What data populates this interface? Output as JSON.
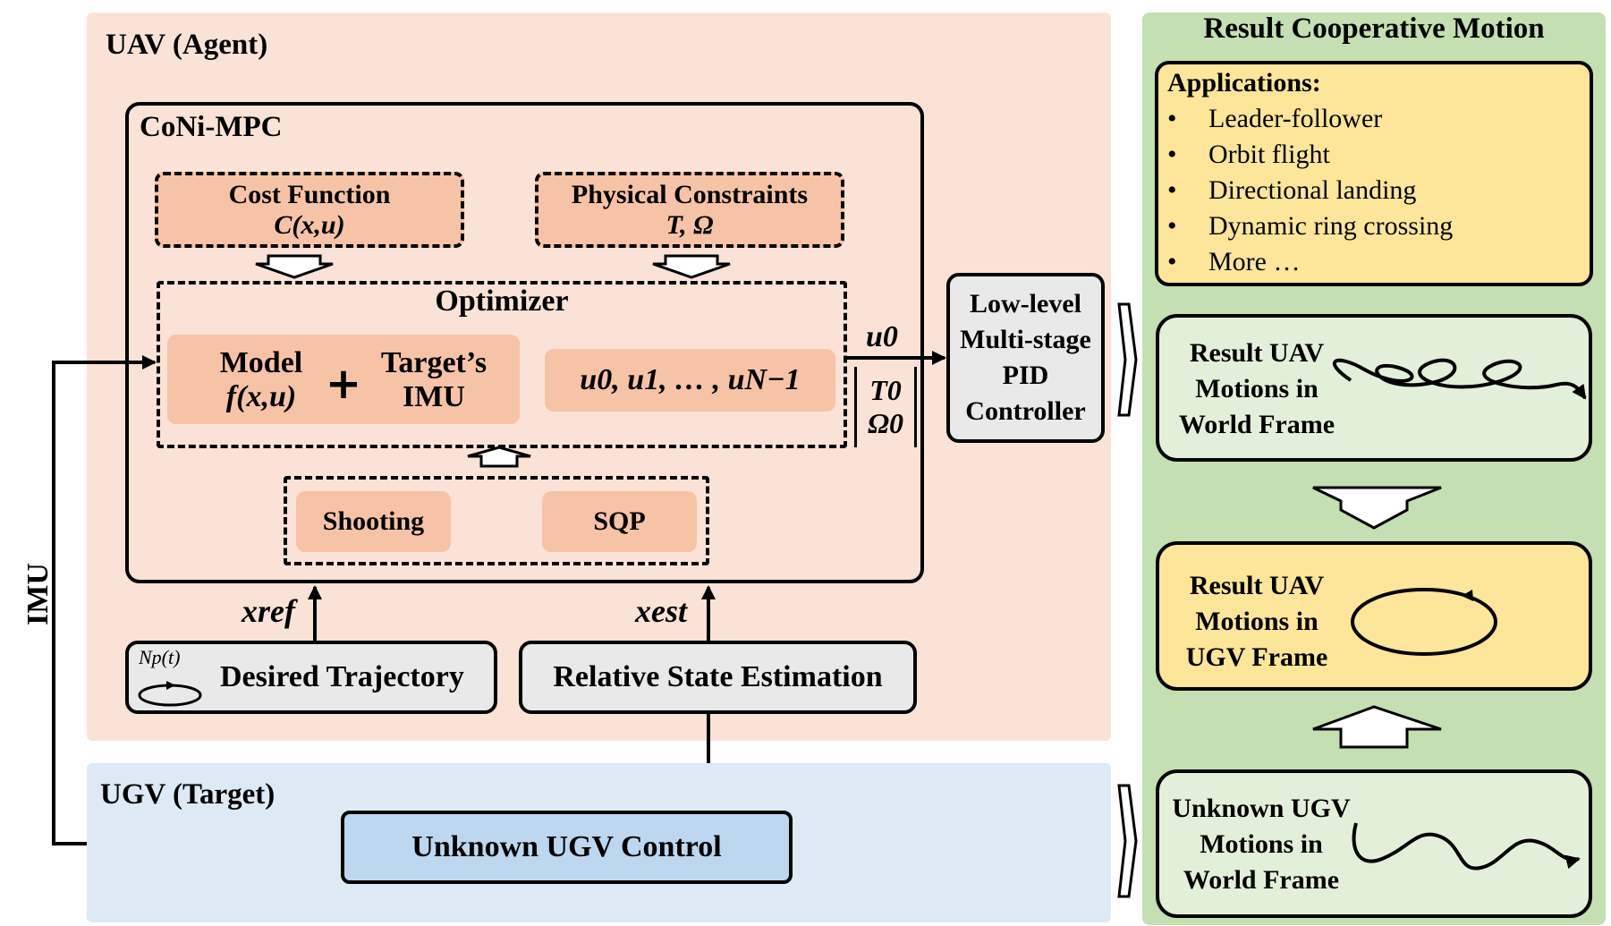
{
  "uav": {
    "title": "UAV (Agent)",
    "mpc_title": "CoNi-MPC",
    "cost_function": {
      "label": "Cost Function",
      "expr": "C(x,u)"
    },
    "constraints": {
      "label": "Physical Constraints",
      "expr": "T, Ω"
    },
    "optimizer": {
      "title": "Optimizer",
      "model_label": "Model",
      "model_expr": "f(x,u)",
      "plus": "+",
      "target_imu_line1": "Target’s",
      "target_imu_line2": "IMU",
      "sequence": "u0, u1, … , uN−1"
    },
    "solver": {
      "shooting": "Shooting",
      "sqp": "SQP"
    },
    "output": {
      "u0": "u0",
      "vector_top": "T0",
      "vector_bottom": "Ω0"
    },
    "pid": {
      "lines": [
        "Low-level",
        "Multi-stage",
        "PID",
        "Controller"
      ]
    },
    "x_ref": "xref",
    "x_est": "xest",
    "desired_trajectory": {
      "label": "Desired Trajectory",
      "icon_text": "Np(t)"
    },
    "relative_state_estimation": "Relative State Estimation"
  },
  "imu_label": "IMU",
  "ugv": {
    "title": "UGV (Target)",
    "control": "Unknown UGV Control"
  },
  "result": {
    "title": "Result Cooperative Motion",
    "applications_title": "Applications:",
    "applications": [
      "Leader-follower",
      "Orbit flight",
      "Directional landing",
      "Dynamic ring crossing",
      "More …"
    ],
    "uav_world": {
      "lines": [
        "Result UAV",
        "Motions in",
        "World Frame"
      ]
    },
    "uav_ugv": {
      "lines": [
        "Result UAV",
        "Motions in",
        "UGV Frame"
      ]
    },
    "ugv_world": {
      "lines": [
        "Unknown UGV",
        "Motions in",
        "World Frame"
      ]
    }
  },
  "colors": {
    "uav_panel": "#fae3d6",
    "ugv_panel": "#dde9f5",
    "result_panel": "#c4dfb1",
    "peach_block": "#f6c3a6",
    "applications_fill": "#fde59a",
    "green_box": "#e2f0d9",
    "ugv_control_fill": "#bdd7ee",
    "gray_box": "#e9e9e9"
  }
}
